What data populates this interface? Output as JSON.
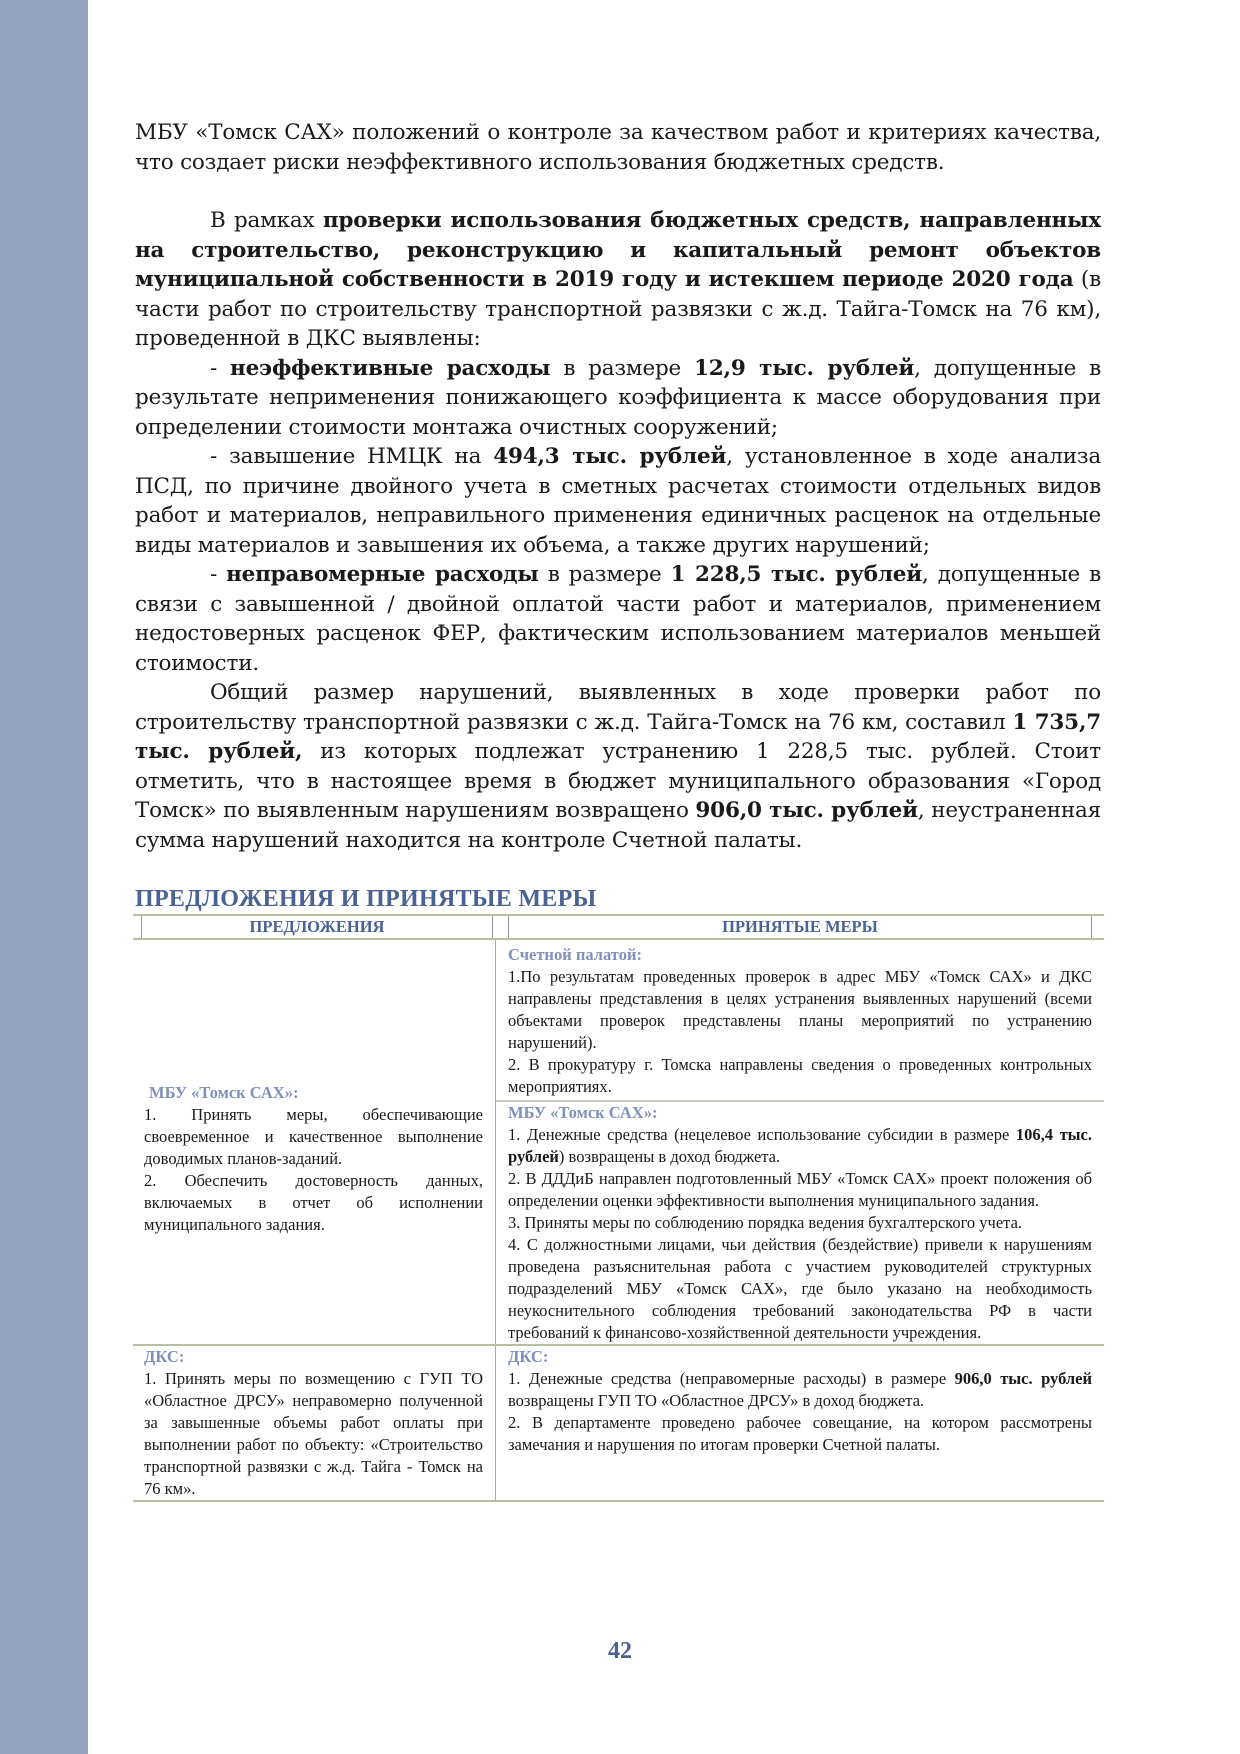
{
  "body": [
    {
      "cls": "",
      "segs": [
        {
          "t": "МБУ «Томск САХ» положений о контроле за качеством работ и критериях качества, что создает риски неэффективного использования бюджетных средств."
        }
      ]
    },
    {
      "cls": "gap",
      "segs": []
    },
    {
      "cls": "ind",
      "segs": [
        {
          "t": "В рамках "
        },
        {
          "t": "проверки использования бюджетных средств, направленных на строительство, реконструкцию и капитальный ремонт объектов муниципальной собственности в 2019 году и истекшем периоде 2020 года",
          "b": true
        },
        {
          "t": " (в части работ по строительству транспортной развязки с ж.д. Тайга-Томск на 76 км), проведенной в ДКС выявлены:"
        }
      ]
    },
    {
      "cls": "ind2",
      "segs": [
        {
          "t": "- "
        },
        {
          "t": "неэффективные расходы",
          "b": true
        },
        {
          "t": " в размере "
        },
        {
          "t": "12,9 тыс. рублей",
          "b": true
        },
        {
          "t": ", допущенные в результате неприменения понижающего коэффициента к массе оборудования при определении стоимости монтажа очистных сооружений;"
        }
      ]
    },
    {
      "cls": "ind2",
      "segs": [
        {
          "t": "- завышение НМЦК на "
        },
        {
          "t": "494,3 тыс. рублей",
          "b": true
        },
        {
          "t": ", установленное в ходе анализа ПСД, по причине двойного учета в сметных расчетах стоимости отдельных видов работ и материалов, неправильного применения единичных расценок на отдельные виды материалов и завышения их объема, а также других нарушений;"
        }
      ]
    },
    {
      "cls": "ind2",
      "segs": [
        {
          "t": "- "
        },
        {
          "t": "неправомерные расходы",
          "b": true
        },
        {
          "t": " в размере "
        },
        {
          "t": "1 228,5 тыс. рублей",
          "b": true
        },
        {
          "t": ", допущенные в связи с завышенной / двойной оплатой части работ и материалов, применением недостоверных расценок ФЕР, фактическим использованием материалов меньшей стоимости."
        }
      ]
    },
    {
      "cls": "ind",
      "segs": [
        {
          "t": "Общий размер нарушений, выявленных в ходе проверки работ по строительству транспортной развязки с ж.д. Тайга-Томск на 76 км, составил "
        },
        {
          "t": "1 735,7 тыс. рублей,",
          "b": true
        },
        {
          "t": " из которых подлежат устранению 1 228,5 тыс. рублей. Стоит отметить, что в настоящее время в бюджет муниципального образования «Город Томск» по выявленным нарушениям возвращено "
        },
        {
          "t": "906,0 тыс. рублей",
          "b": true
        },
        {
          "t": ", неустраненная сумма нарушений находится на контроле Счетной палаты."
        }
      ]
    }
  ],
  "section_title": "ПРЕДЛОЖЕНИЯ И ПРИНЯТЫЕ МЕРЫ",
  "table": {
    "headers": [
      "ПРЕДЛОЖЕНИЯ",
      "ПРИНЯТЫЕ МЕРЫ"
    ],
    "row1": {
      "left_label": "МБУ «Томск САХ»:",
      "left": [
        [
          {
            "t": "1. Принять меры, обеспечивающие своевременное и качественное выполнение доводимых планов-заданий."
          }
        ],
        [
          {
            "t": "2. Обеспечить достоверность данных, включаемых в отчет об исполнении муниципального задания."
          }
        ]
      ],
      "right_a_label": "Счетной палатой:",
      "right_a": [
        [
          {
            "t": "1.По результатам проведенных проверок в адрес МБУ «Томск САХ» и ДКС направлены представления в целях устранения выявленных нарушений (всеми объектами проверок представлены планы мероприятий по устранению нарушений)."
          }
        ],
        [
          {
            "t": "2. В прокуратуру г. Томска направлены сведения о проведенных контрольных мероприятиях."
          }
        ]
      ],
      "right_b_label": "МБУ «Томск САХ»:",
      "right_b": [
        [
          {
            "t": "1. Денежные средства (нецелевое использование субсидии в размере "
          },
          {
            "t": "106,4 тыс. рублей",
            "b": true
          },
          {
            "t": ") возвращены в доход бюджета."
          }
        ],
        [
          {
            "t": "2. В ДДДиБ направлен подготовленный МБУ «Томск САХ» проект положения об определении оценки эффективности выполнения муниципального задания."
          }
        ],
        [
          {
            "t": "3. Приняты меры по соблюдению порядка ведения бухгалтерского учета."
          }
        ],
        [
          {
            "t": "4. С должностными лицами, чьи действия (бездействие) привели к нарушениям проведена разъяснительная работа с участием руководителей структурных подразделений МБУ «Томск САХ», где было указано на необходимость неукоснительного соблюдения требований законодательства РФ в части требований к финансово-хозяйственной деятельности учреждения."
          }
        ]
      ]
    },
    "row2": {
      "left_label": "ДКС:",
      "left": [
        [
          {
            "t": "1. Принять меры по возмещению с ГУП ТО «Областное ДРСУ» неправомерно полученной за завышенные объемы работ оплаты при выполнении работ по объекту: «Строительство транспортной развязки с ж.д. Тайга - Томск на 76 км»."
          }
        ]
      ],
      "right_label": "ДКС:",
      "right": [
        [
          {
            "t": "1. Денежные средства (неправомерные расходы) в размере "
          },
          {
            "t": "906,0 тыс. рублей",
            "b": true
          },
          {
            "t": " возвращены ГУП ТО «Областное ДРСУ» в доход бюджета."
          }
        ],
        [
          {
            "t": "2. В департаменте проведено рабочее совещание, на котором рассмотрены замечания и нарушения по итогам проверки Счетной палаты."
          }
        ]
      ]
    }
  },
  "page_number": "42",
  "colors": {
    "sidebar": "#94a3bd",
    "accent": "#4a6294",
    "label": "#8090b8"
  }
}
